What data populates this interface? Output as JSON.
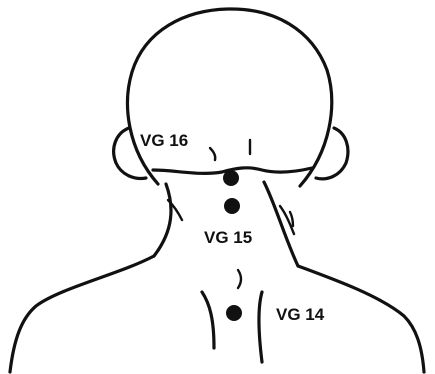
{
  "labels": {
    "vg16": "VG 16",
    "vg15": "VG 15",
    "vg14": "VG 14"
  },
  "colors": {
    "ink": "#111111",
    "background": "#ffffff"
  }
}
